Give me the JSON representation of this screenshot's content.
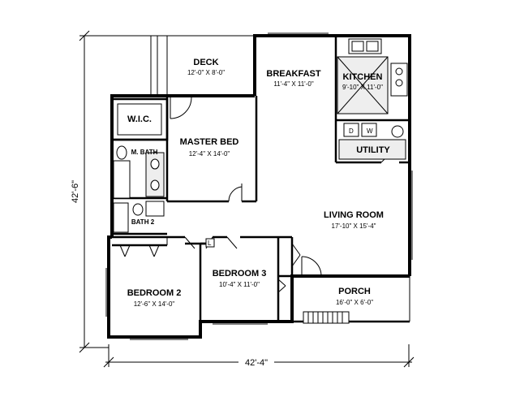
{
  "rooms": {
    "deck": {
      "name": "DECK",
      "size": "12'-0\" X 8'-0\""
    },
    "breakfast": {
      "name": "BREAKFAST",
      "size": "11'-4\" X 11'-0\""
    },
    "kitchen": {
      "name": "KITCHEN",
      "size": "9'-10\" X 11'-0\""
    },
    "wic": {
      "name": "W.I.C."
    },
    "master_bed": {
      "name": "MASTER BED",
      "size": "12'-4\" X 14'-0\""
    },
    "m_bath": {
      "name": "M. BATH"
    },
    "utility": {
      "name": "UTILITY"
    },
    "living_room": {
      "name": "LIVING ROOM",
      "size": "17'-10\" X 15'-4\""
    },
    "bath2": {
      "name": "BATH 2"
    },
    "bedroom3": {
      "name": "BEDROOM 3",
      "size": "10'-4\" X 11'-0\""
    },
    "bedroom2": {
      "name": "BEDROOM 2",
      "size": "12'-6\" X 14'-0\""
    },
    "porch": {
      "name": "PORCH",
      "size": "16'-0\" X 6'-0\""
    }
  },
  "dimensions": {
    "overall_width": "42'-4\"",
    "overall_depth": "42'-6\""
  },
  "markers": {
    "linen": "L",
    "dryer": "D",
    "washer": "W"
  }
}
